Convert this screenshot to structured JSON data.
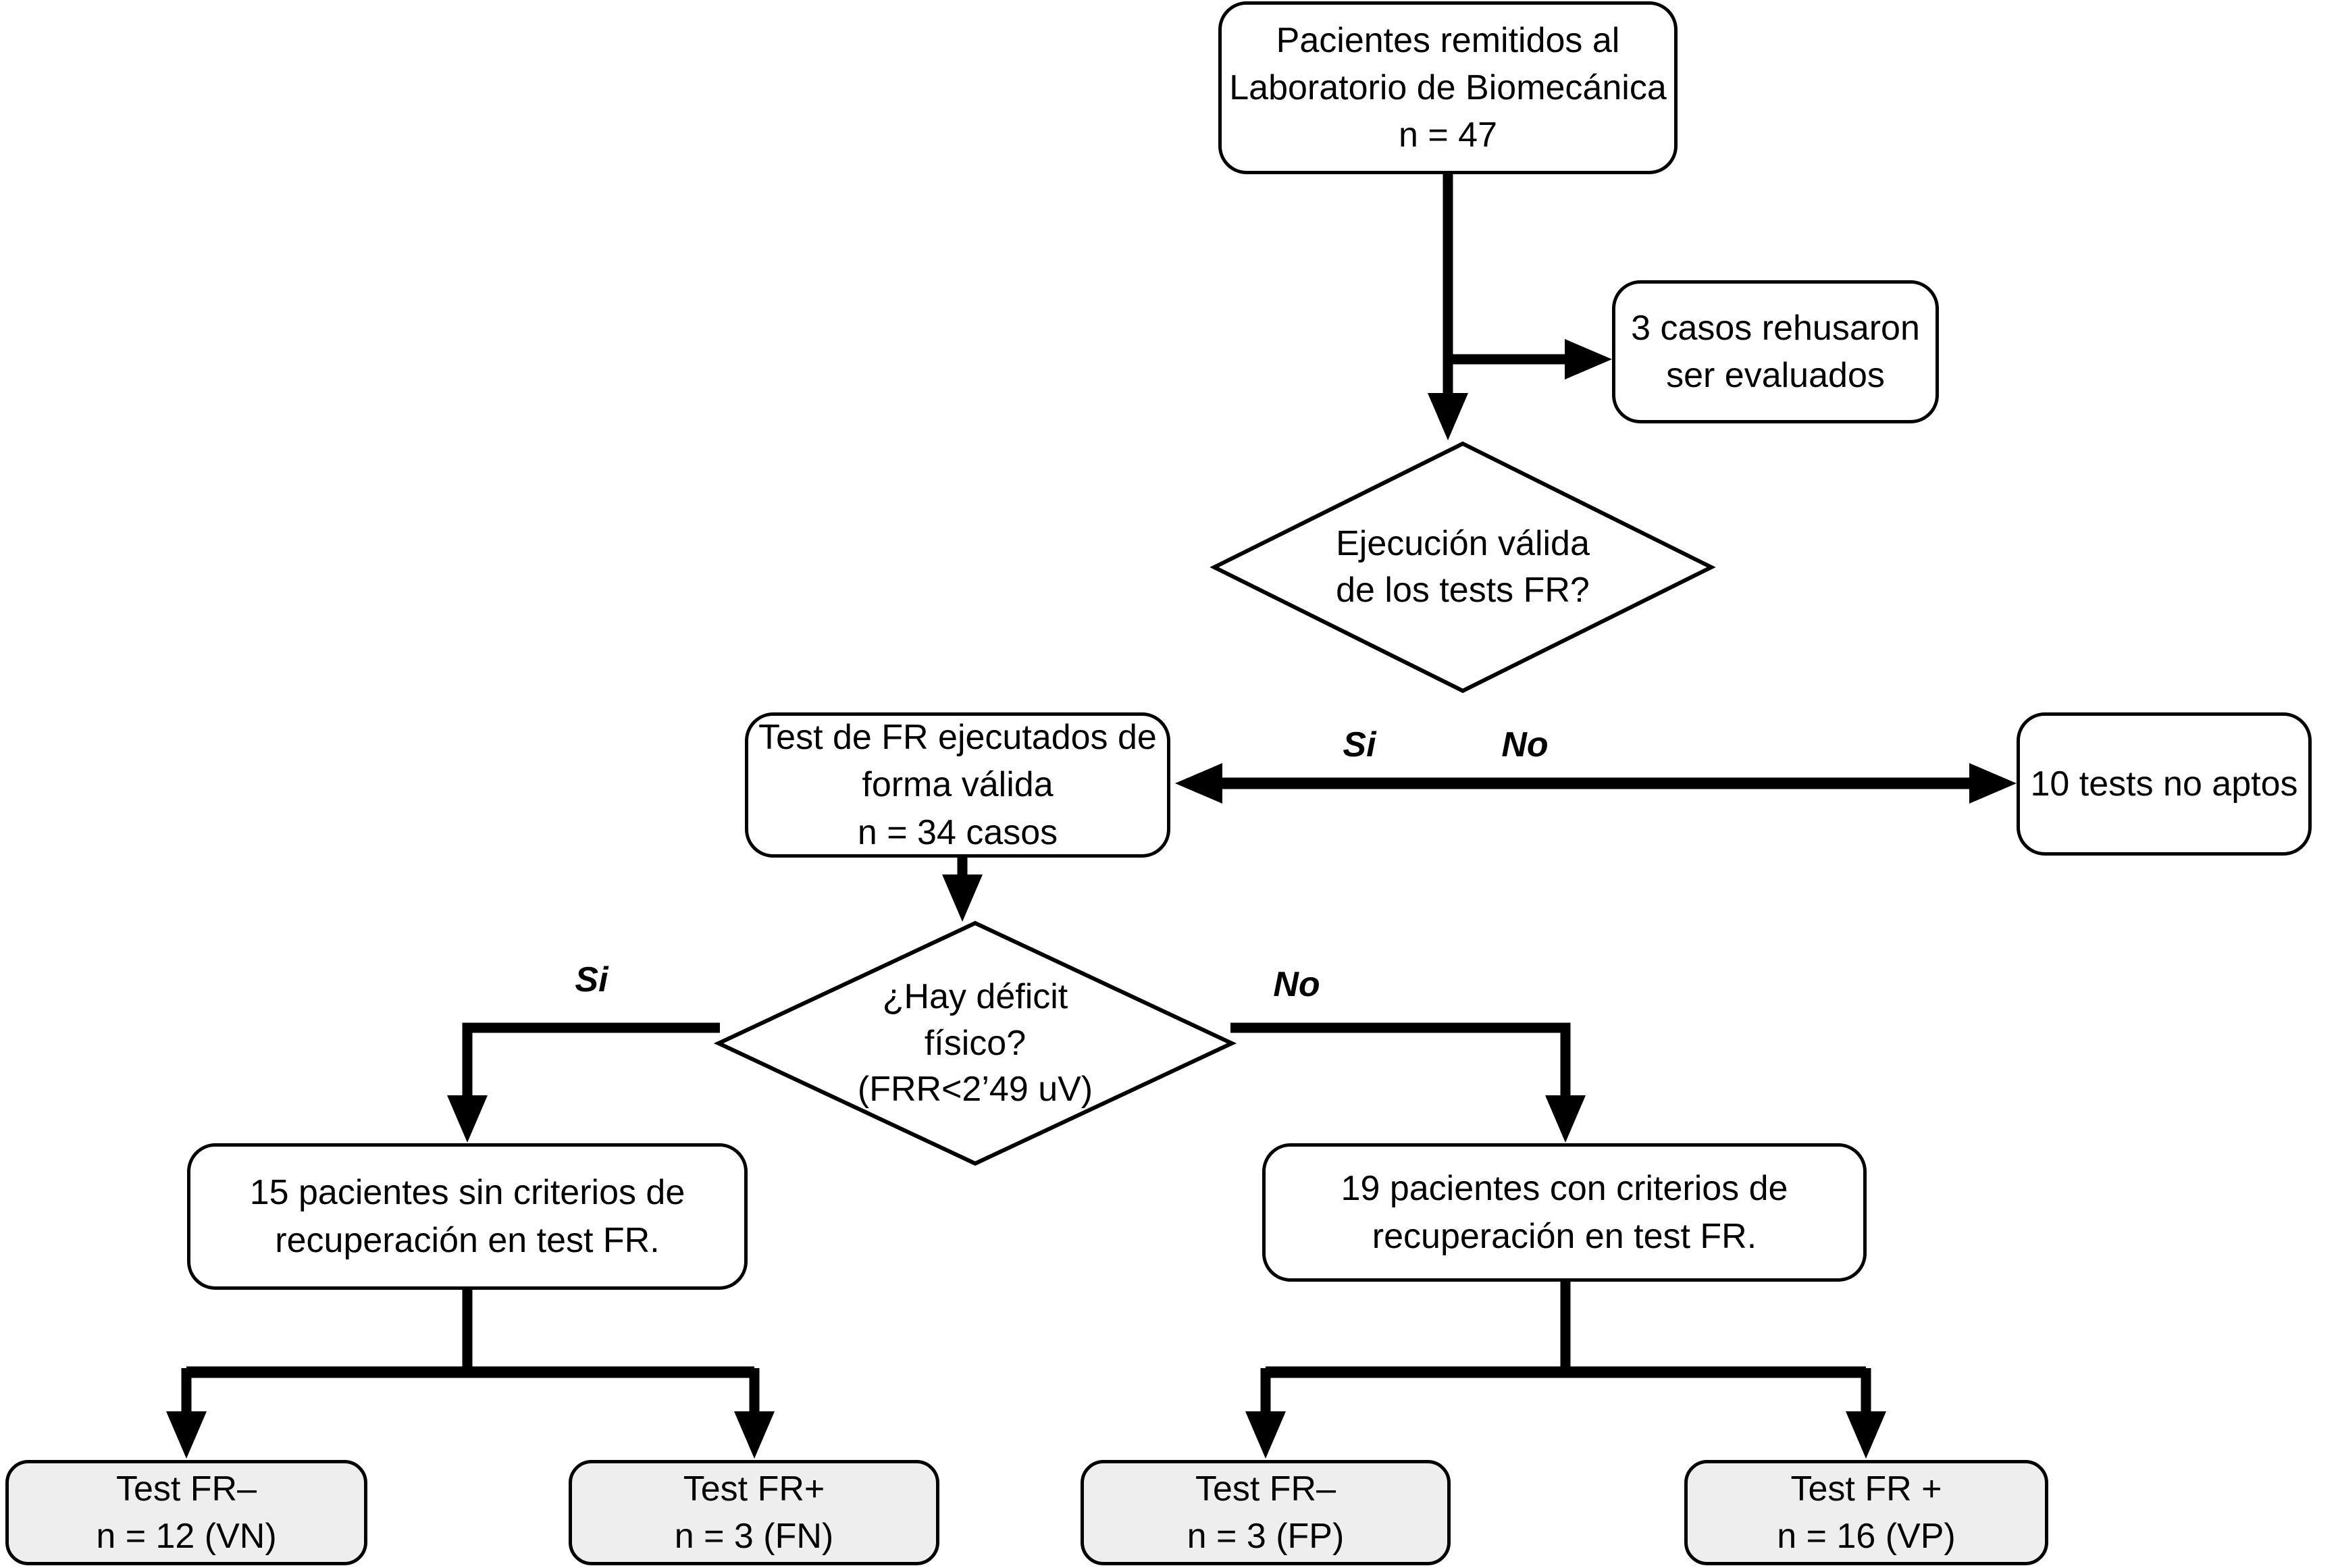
{
  "nodes": {
    "referred": {
      "line1": "Pacientes remitidos al",
      "line2": "Laboratorio de Biomecánica",
      "line3": "n = 47"
    },
    "refused": {
      "line1": "3 casos rehusaron",
      "line2": "ser evaluados"
    },
    "valid_exec_q": {
      "line1": "Ejecución válida",
      "line2": "de los tests FR?"
    },
    "valid_tests": {
      "line1": "Test de FR ejecutados de",
      "line2": "forma válida",
      "line3": "n = 34 casos"
    },
    "not_apt": {
      "line1": "10 tests no aptos"
    },
    "deficit_q": {
      "line1": "¿Hay déficit",
      "line2": "físico?",
      "line3": "(FRR<2’49 uV)"
    },
    "no_recovery": {
      "line1": "15 pacientes sin criterios de",
      "line2": "recuperación en test FR."
    },
    "recovery": {
      "line1": "19 pacientes con criterios de",
      "line2": "recuperación en test FR."
    },
    "vn": {
      "line1": "Test FR–",
      "line2": "n = 12 (VN)"
    },
    "fn": {
      "line1": "Test FR+",
      "line2": "n = 3 (FN)"
    },
    "fp": {
      "line1": "Test FR–",
      "line2": "n = 3 (FP)"
    },
    "vp": {
      "line1": "Test FR +",
      "line2": "n = 16 (VP)"
    }
  },
  "branch_labels": {
    "si1": "Si",
    "no1": "No",
    "si2": "Si",
    "no2": "No"
  },
  "colors": {
    "line": "#000000",
    "node_fill": "#ffffff",
    "result_fill": "#eeeeee"
  }
}
